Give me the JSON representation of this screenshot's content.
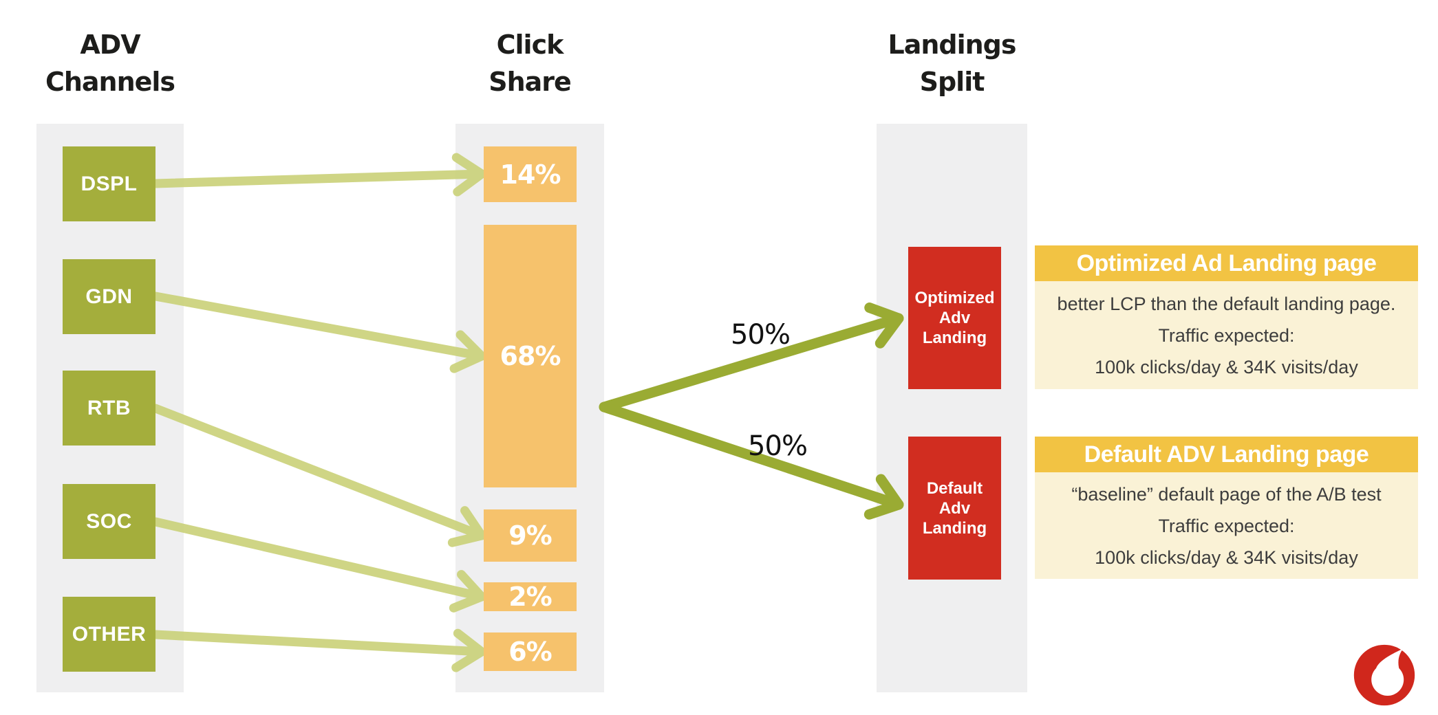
{
  "column_titles": [
    [
      "ADV",
      "Channels"
    ],
    [
      "Click",
      "Share"
    ],
    [
      "Landings",
      "Split"
    ]
  ],
  "flow": {
    "channels": [
      {
        "label": "DSPL",
        "share": "14%"
      },
      {
        "label": "GDN",
        "share": "68%"
      },
      {
        "label": "RTB",
        "share": "9%"
      },
      {
        "label": "SOC",
        "share": "2%"
      },
      {
        "label": "OTHER",
        "share": "6%"
      }
    ],
    "split": [
      {
        "percent": "50%",
        "target": "Optimized Adv Landing"
      },
      {
        "percent": "50%",
        "target": "Default Adv Landing"
      }
    ]
  },
  "landing_boxes": [
    {
      "lines": [
        "Optimized",
        "Adv",
        "Landing"
      ]
    },
    {
      "lines": [
        "Default",
        "Adv",
        "Landing"
      ]
    }
  ],
  "info_boxes": [
    {
      "header": "Optimized Ad Landing page",
      "body": [
        "better LCP than the default landing page.",
        "Traffic expected:",
        "100k clicks/day  & 34K visits/day"
      ]
    },
    {
      "header": "Default ADV Landing page",
      "body": [
        "“baseline” default page of the A/B test",
        "Traffic expected:",
        "100k clicks/day  & 34K visits/day"
      ]
    }
  ],
  "logo": "vodafone-speechmark",
  "colors": {
    "channel_green": "#a4ae3c",
    "share_orange": "#f6c26c",
    "light_arrow": "#cbd27b",
    "dark_arrow": "#9aab33",
    "landing_red": "#d12d20",
    "info_header_gold": "#f2c343",
    "info_body_cream": "#faf2d6",
    "column_gray": "#efeff0",
    "logo_red": "#d0271c"
  }
}
